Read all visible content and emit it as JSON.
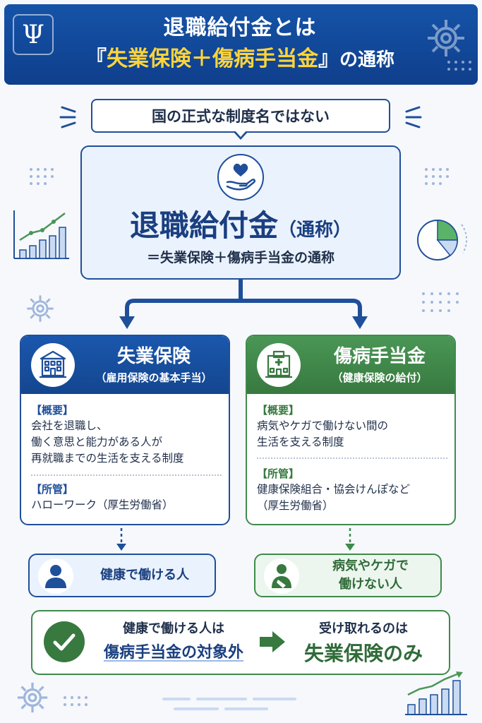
{
  "header": {
    "logo_glyph": "Ψ",
    "title_line1": "退職給付金とは",
    "title_open_bracket": "『",
    "title_highlight": "失業保険＋傷病手当金",
    "title_close_bracket": "』",
    "title_suffix": "の通称"
  },
  "callout": {
    "text": "国の正式な制度名ではない"
  },
  "main": {
    "title": "退職給付金",
    "title_note": "（通称）",
    "subtitle": "＝失業保険＋傷病手当金の通称",
    "icon": "heart-hand-icon"
  },
  "cards": {
    "left": {
      "title": "失業保険",
      "subtitle": "（雇用保険の基本手当）",
      "icon": "building-icon",
      "overview_label": "【概要】",
      "overview_text": "会社を退職し、\n働く意思と能力がある人が\n再就職までの生活を支える制度",
      "authority_label": "【所管】",
      "authority_text": "ハローワーク（厚生労働省）"
    },
    "right": {
      "title": "傷病手当金",
      "subtitle": "（健康保険の給付）",
      "icon": "hospital-icon",
      "overview_label": "【概要】",
      "overview_text": "病気やケガで働けない間の\n生活を支える制度",
      "authority_label": "【所管】",
      "authority_text": "健康保険組合・協会けんぽなど\n（厚生労働省）"
    }
  },
  "results": {
    "left": {
      "text": "健康で働ける人",
      "icon": "person-icon"
    },
    "right": {
      "text": "病気やケガで\n働けない人",
      "icon": "injured-person-icon"
    }
  },
  "conclusion": {
    "left_line1": "健康で働ける人は",
    "left_line2": "傷病手当金の対象外",
    "right_line1": "受け取れるのは",
    "right_line2": "失業保険のみ",
    "icon": "check-icon",
    "arrow_icon": "arrow-right-icon"
  },
  "colors": {
    "navy": "#1f4f9a",
    "header_blue": "#1553a8",
    "green": "#3f8a4c",
    "yellow": "#ffd43b"
  }
}
